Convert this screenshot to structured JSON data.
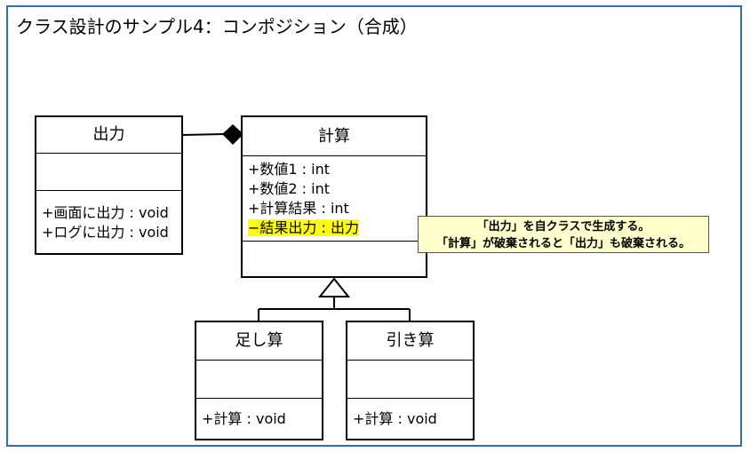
{
  "title": "クラス設計のサンプル4：コンポジション（合成）",
  "classes": {
    "output": {
      "name": "出力",
      "operations": [
        "+画面に出力 : void",
        "+ログに出力 : void"
      ]
    },
    "calc": {
      "name": "計算",
      "attributes": [
        "+数値1 : int",
        "+数値2 : int",
        "+計算結果 : int",
        "−結果出力 : 出力"
      ]
    },
    "add": {
      "name": "足し算",
      "operations": [
        "+計算 : void"
      ]
    },
    "subtract": {
      "name": "引き算",
      "operations": [
        "+計算 : void"
      ]
    }
  },
  "note": {
    "line1": "「出力」を自クラスで生成する。",
    "line2": "「計算」が破棄されると「出力」も破棄される。"
  },
  "colors": {
    "frame_border": "#2f6db5",
    "highlight": "#ffff00",
    "note_bg": "#ffffcc"
  }
}
